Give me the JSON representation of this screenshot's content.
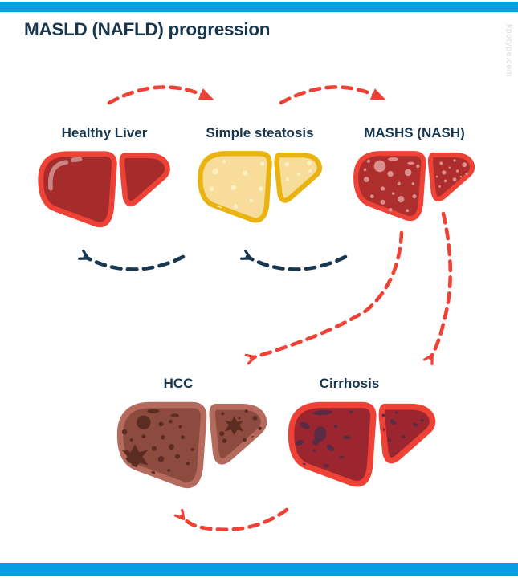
{
  "header": {
    "title": "MASLD (NAFLD) progression"
  },
  "watermark": {
    "text": "lipotype.com"
  },
  "palette": {
    "bg": "#ffffff",
    "bar-blue": "#0a9de0",
    "navy": "#18374f",
    "red": "#ee4237",
    "watermark": "#d9d9d9",
    "healthy-fill": "#a62b2b",
    "shine": "rgba(255,255,255,0.42)",
    "steatosis-fill": "#f8dc99",
    "steatosis-stroke": "#e9b411",
    "steatosis-spot": "#fdf0c5",
    "mashs-fill": "#ad2e2d",
    "mashs-spot": "#d9908c",
    "hcc-fill": "#8d4a3e",
    "hcc-stroke": "#b56a5e",
    "hcc-spot": "#5c2b22",
    "cirrhosis-fill": "#9c2630",
    "cirrhosis-spot": "#5a2b45"
  },
  "diagram": {
    "stages": [
      {
        "id": "healthy-liver",
        "label": "Healthy Liver"
      },
      {
        "id": "simple-steatosis",
        "label": "Simple steatosis"
      },
      {
        "id": "mashs-nash",
        "label": "MASHS (NASH)"
      },
      {
        "id": "hcc",
        "label": "HCC"
      },
      {
        "id": "cirrhosis",
        "label": "Cirrhosis"
      }
    ],
    "arrows": [
      {
        "from": "Healthy Liver",
        "to": "Simple steatosis",
        "direction": "forward",
        "color": "red"
      },
      {
        "from": "Simple steatosis",
        "to": "MASHS (NASH)",
        "direction": "forward",
        "color": "red"
      },
      {
        "from": "Simple steatosis",
        "to": "Healthy Liver",
        "direction": "reverse",
        "color": "navy"
      },
      {
        "from": "MASHS (NASH)",
        "to": "Simple steatosis",
        "direction": "reverse",
        "color": "navy"
      },
      {
        "from": "MASHS (NASH)",
        "to": "HCC",
        "direction": "forward",
        "color": "red"
      },
      {
        "from": "MASHS (NASH)",
        "to": "Cirrhosis",
        "direction": "forward",
        "color": "red"
      },
      {
        "from": "Cirrhosis",
        "to": "HCC",
        "direction": "forward",
        "color": "red"
      }
    ]
  }
}
